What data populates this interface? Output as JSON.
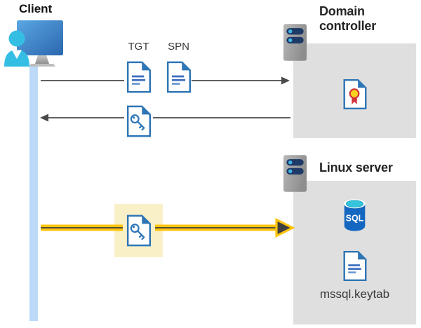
{
  "diagram": {
    "client": {
      "label": "Client"
    },
    "tickets": {
      "tgt_label": "TGT",
      "spn_label": "SPN"
    },
    "domain_controller": {
      "label": "Domain controller"
    },
    "linux_server": {
      "label": "Linux server",
      "sql_label": "SQL",
      "keytab_label": "mssql.keytab"
    },
    "icons": {
      "client": "monitor-user-icon",
      "servers": "server-rack-icon",
      "tickets": "document-icon",
      "session_key": "key-document-icon",
      "certificate": "certificate-document-icon",
      "database": "sql-database-icon"
    },
    "colors": {
      "doc_border_blue": "#2e75b6",
      "doc_line_blue": "#3b6dbf",
      "doc_line_light_blue": "#6c9bd2",
      "lifeline_blue": "#bdd9f8",
      "person_cyan": "#35bee4",
      "arrow_gray": "#4a4a4a",
      "arrow_yellow": "#ffc40c",
      "arrow_core_dark": "#3f3f3f",
      "highlight_yellow": "#faf0c8",
      "panel_gray": "#dfdfdf",
      "server_bar_navy": "#1e3a66",
      "server_dot_blue": "#41b6e6",
      "sql_body_blue": "#1467c0",
      "sql_top_cyan": "#35c4dc",
      "seal_yellow": "#ffd41f",
      "seal_red": "#d13438"
    }
  }
}
